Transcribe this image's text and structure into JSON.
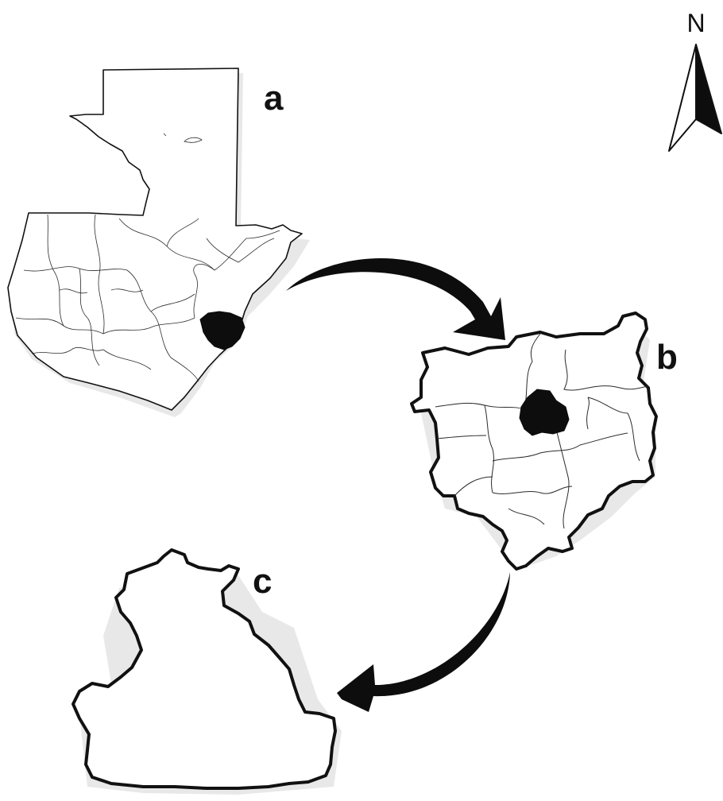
{
  "north_arrow": {
    "label": "N",
    "icon": "north-arrow-icon"
  },
  "panels": [
    {
      "id": "a",
      "label": "a"
    },
    {
      "id": "b",
      "label": "b"
    },
    {
      "id": "c",
      "label": "c"
    }
  ],
  "colors": {
    "line": "#111111",
    "highlight": "#0d0d0d",
    "background": "#ffffff",
    "shadow": "#dcdcdc"
  }
}
